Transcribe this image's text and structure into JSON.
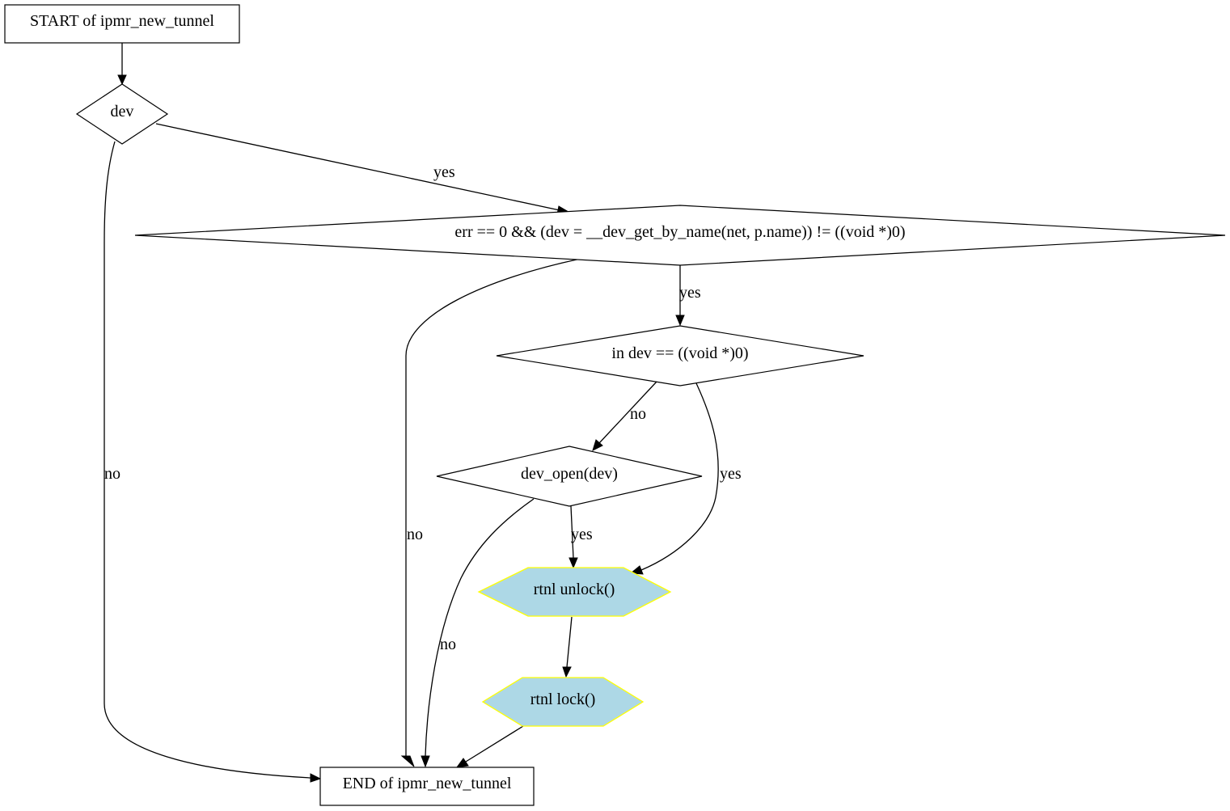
{
  "colors": {
    "hex_fill": "#add8e6",
    "hex_stroke": "#ffff00"
  },
  "nodes": {
    "start": "START of ipmr_new_tunnel",
    "cond_dev": "dev",
    "cond_err": "err == 0 && (dev = __dev_get_by_name(net, p.name)) != ((void *)0)",
    "cond_in_dev": "in  dev == ((void *)0)",
    "cond_dev_open": "dev_open(dev)",
    "rtnl_unlock": "rtnl  unlock()",
    "rtnl_lock": "rtnl  lock()",
    "end": "END of ipmr_new_tunnel"
  },
  "edges": {
    "dev_yes": "yes",
    "dev_no": "no",
    "err_yes": "yes",
    "err_no": "no",
    "in_dev_no": "no",
    "in_dev_yes": "yes",
    "dev_open_yes": "yes",
    "dev_open_no": "no"
  }
}
